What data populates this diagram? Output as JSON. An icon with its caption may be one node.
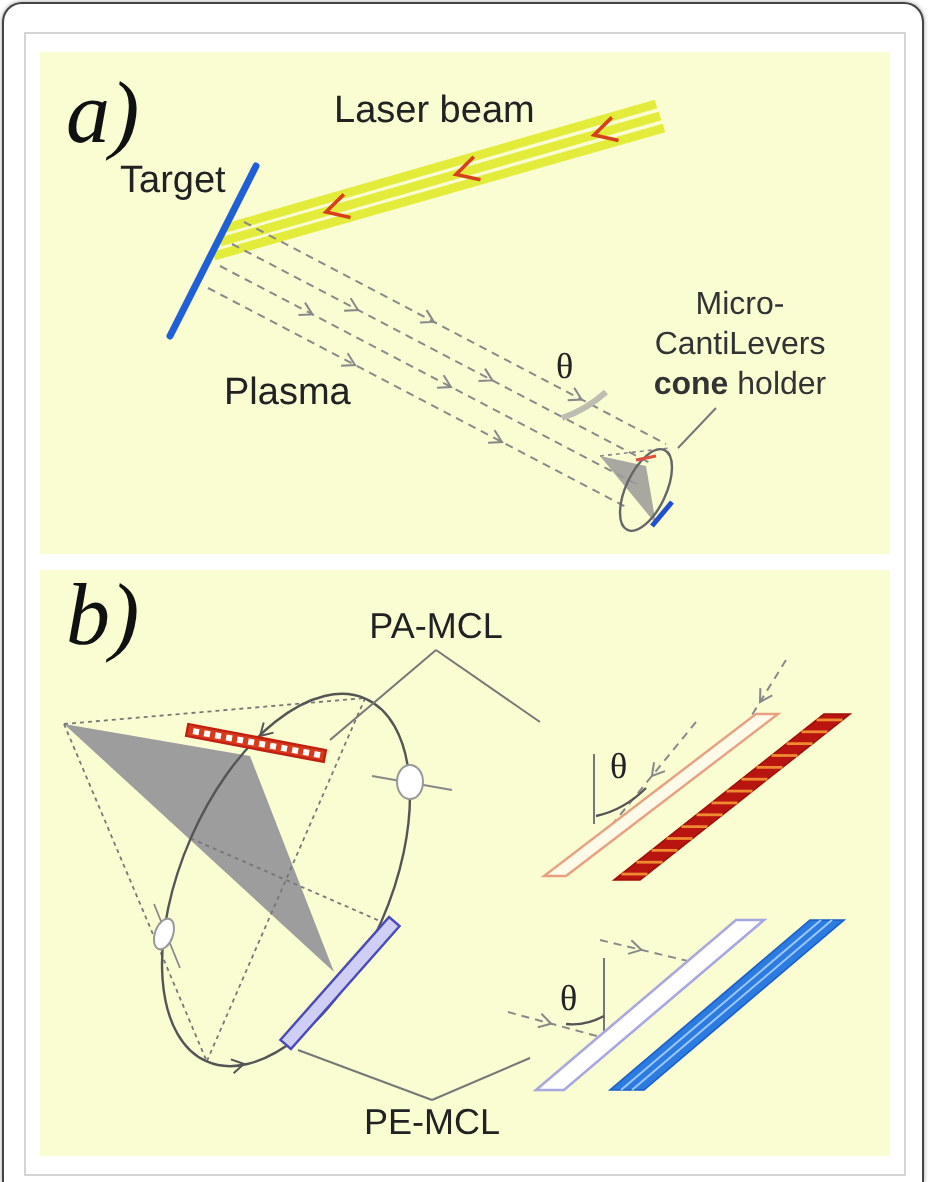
{
  "diagram": {
    "nodes": [
      {
        "text": [
          "a)"
        ]
      },
      {
        "text": [
          "Micro- CantiLevers **cone** holder"
        ],
        "in": 0
      },
      {
        "text": [],
        "shape": "picture",
        "in": 0
      },
      {
        "text": [
          "b)"
        ]
      },
      {
        "text": [
          "PA-MCL"
        ],
        "in": 3
      },
      {
        "text": [],
        "shape": "bar",
        "in": 3
      },
      {
        "text": [],
        "shape": "picture",
        "in": 3
      },
      {
        "text": [],
        "shape": "bar",
        "in": 3
      },
      {
        "text": [],
        "shape": "picture",
        "in": 3
      },
      {
        "text": [
          "PE-MCL"
        ],
        "in": 3
      }
    ],
    "edges": [
      {
        "from": 1,
        "to": 2,
        "arrow": "none"
      },
      {
        "from": 4,
        "to": 5,
        "arrow": "none"
      },
      {
        "from": 4,
        "to": 6,
        "arrow": "none"
      },
      {
        "from": 9,
        "to": 7,
        "arrow": "none"
      },
      {
        "from": 9,
        "to": 8,
        "arrow": "none"
      }
    ],
    "labels": [
      "Laser beam",
      "Target",
      "Plasma",
      "θ",
      "θ",
      "θ"
    ]
  }
}
